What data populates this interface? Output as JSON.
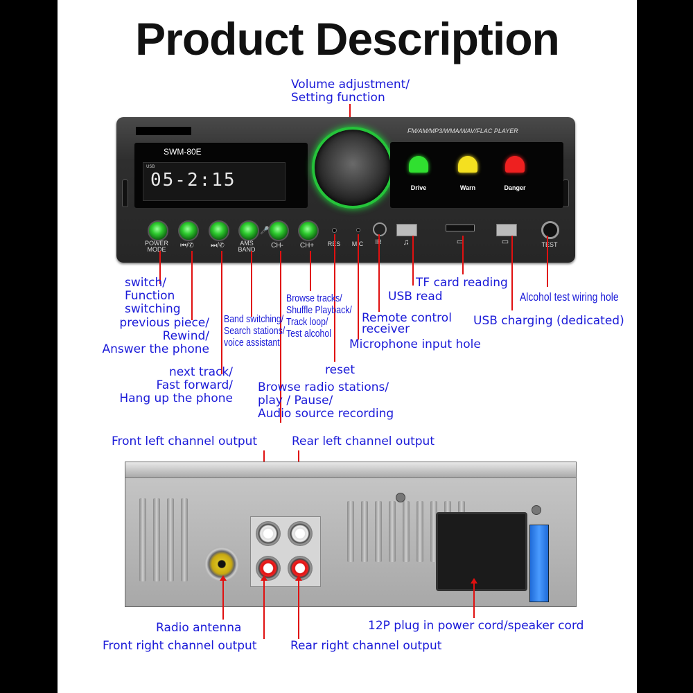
{
  "title": "Product Description",
  "front_panel": {
    "model": "SWM-80E",
    "player_text": "FM/AM/MP3/WMA/WAV/FLAC PLAYER",
    "lcd_text": "05-2:15",
    "usb_tag": "USB",
    "lights": [
      "Drive",
      "Warn",
      "Danger"
    ],
    "buttons": {
      "power": "POWER\nMODE",
      "ams": "AMS\nBAND",
      "ch_minus": "CH-",
      "ch_plus": "CH+",
      "res": "RES",
      "mic": "MIC",
      "ir": "IR",
      "test": "TEST"
    }
  },
  "labels": {
    "volume": [
      "Volume adjustment/",
      "Setting function"
    ],
    "switch": [
      "switch/",
      "Function",
      "switching"
    ],
    "previous": [
      "previous piece/",
      "Rewind/",
      "Answer the phone"
    ],
    "band": [
      "Band switching/",
      "Search stations/",
      "voice assistant"
    ],
    "browse_tracks": [
      "Browse tracks/",
      "Shuffle Playback/",
      "Track loop/",
      "Test alcohol"
    ],
    "next": [
      "next track/",
      "Fast forward/",
      "Hang up the phone"
    ],
    "reset": "reset",
    "browse_radio": [
      "Browse radio stations/",
      "play / Pause/",
      "Audio source recording"
    ],
    "remote": [
      "Remote control",
      "receiver"
    ],
    "microphone": "Microphone input hole",
    "usb_read": "USB read",
    "tf_card": "TF card reading",
    "alcohol": "Alcohol test wiring hole",
    "usb_charging": "USB charging (dedicated)",
    "front_left": "Front left channel output",
    "rear_left": "Rear left channel output",
    "radio_antenna": "Radio antenna",
    "front_right": "Front right channel output",
    "rear_right": "Rear right channel output",
    "plug_12p": "12P plug in power cord/speaker cord"
  }
}
